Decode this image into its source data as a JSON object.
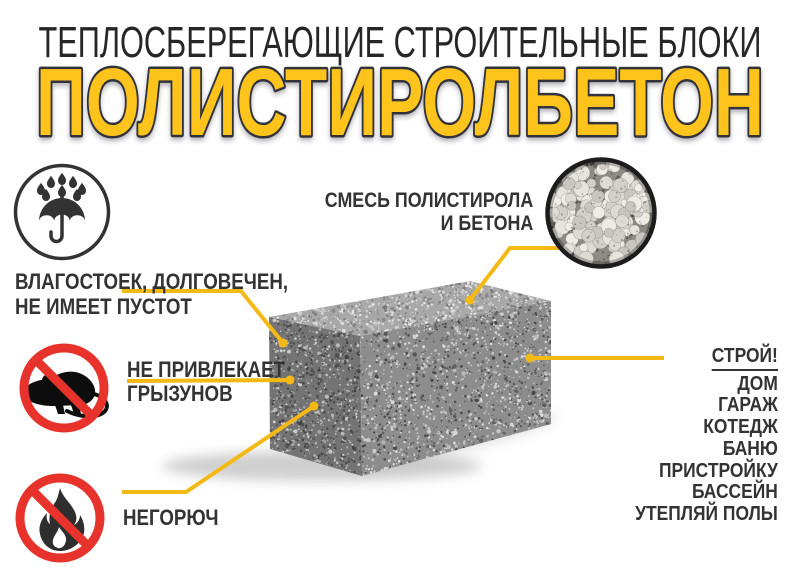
{
  "poster": {
    "subtitle": "ТЕПЛОСБЕРЕГАЮЩИЕ СТРОИТЕЛЬНЫЕ БЛОКИ",
    "title": "ПОЛИСТИРОЛБЕТОН"
  },
  "callouts": {
    "moisture": {
      "icon": "umbrella-rain-icon",
      "line1": "ВЛАГОСТОЕК, ДОЛГОВЕЧЕН,",
      "line2": "НЕ ИМЕЕТ ПУСТОТ"
    },
    "rodents": {
      "icon": "no-rodents-icon",
      "line1": "НЕ ПРИВЛЕКАЕТ",
      "line2": "ГРЫЗУНОВ"
    },
    "fire": {
      "icon": "no-fire-icon",
      "label": "НЕГОРЮЧ"
    },
    "mix": {
      "icon": "polystyrene-texture-circle",
      "line1": "СМЕСЬ ПОЛИСТИРОЛА",
      "line2": "И БЕТОНА"
    }
  },
  "build_list": {
    "title": "СТРОЙ!",
    "items": [
      "ДОМ",
      "ГАРАЖ",
      "КОТЕДЖ",
      "БАНЮ",
      "ПРИСТРОЙКУ",
      "БАССЕЙН",
      "УТЕПЛЯЙ ПОЛЫ"
    ]
  },
  "colors": {
    "title_yellow": "#FFC41E",
    "accent_yellow": "#F5B916",
    "prohibition_red": "#E7332B",
    "text_dark": "#333333",
    "subtitle_dark": "#262626",
    "block_top": "#a8a8a8",
    "block_front": "#8d8d8d",
    "block_left": "#747474"
  }
}
